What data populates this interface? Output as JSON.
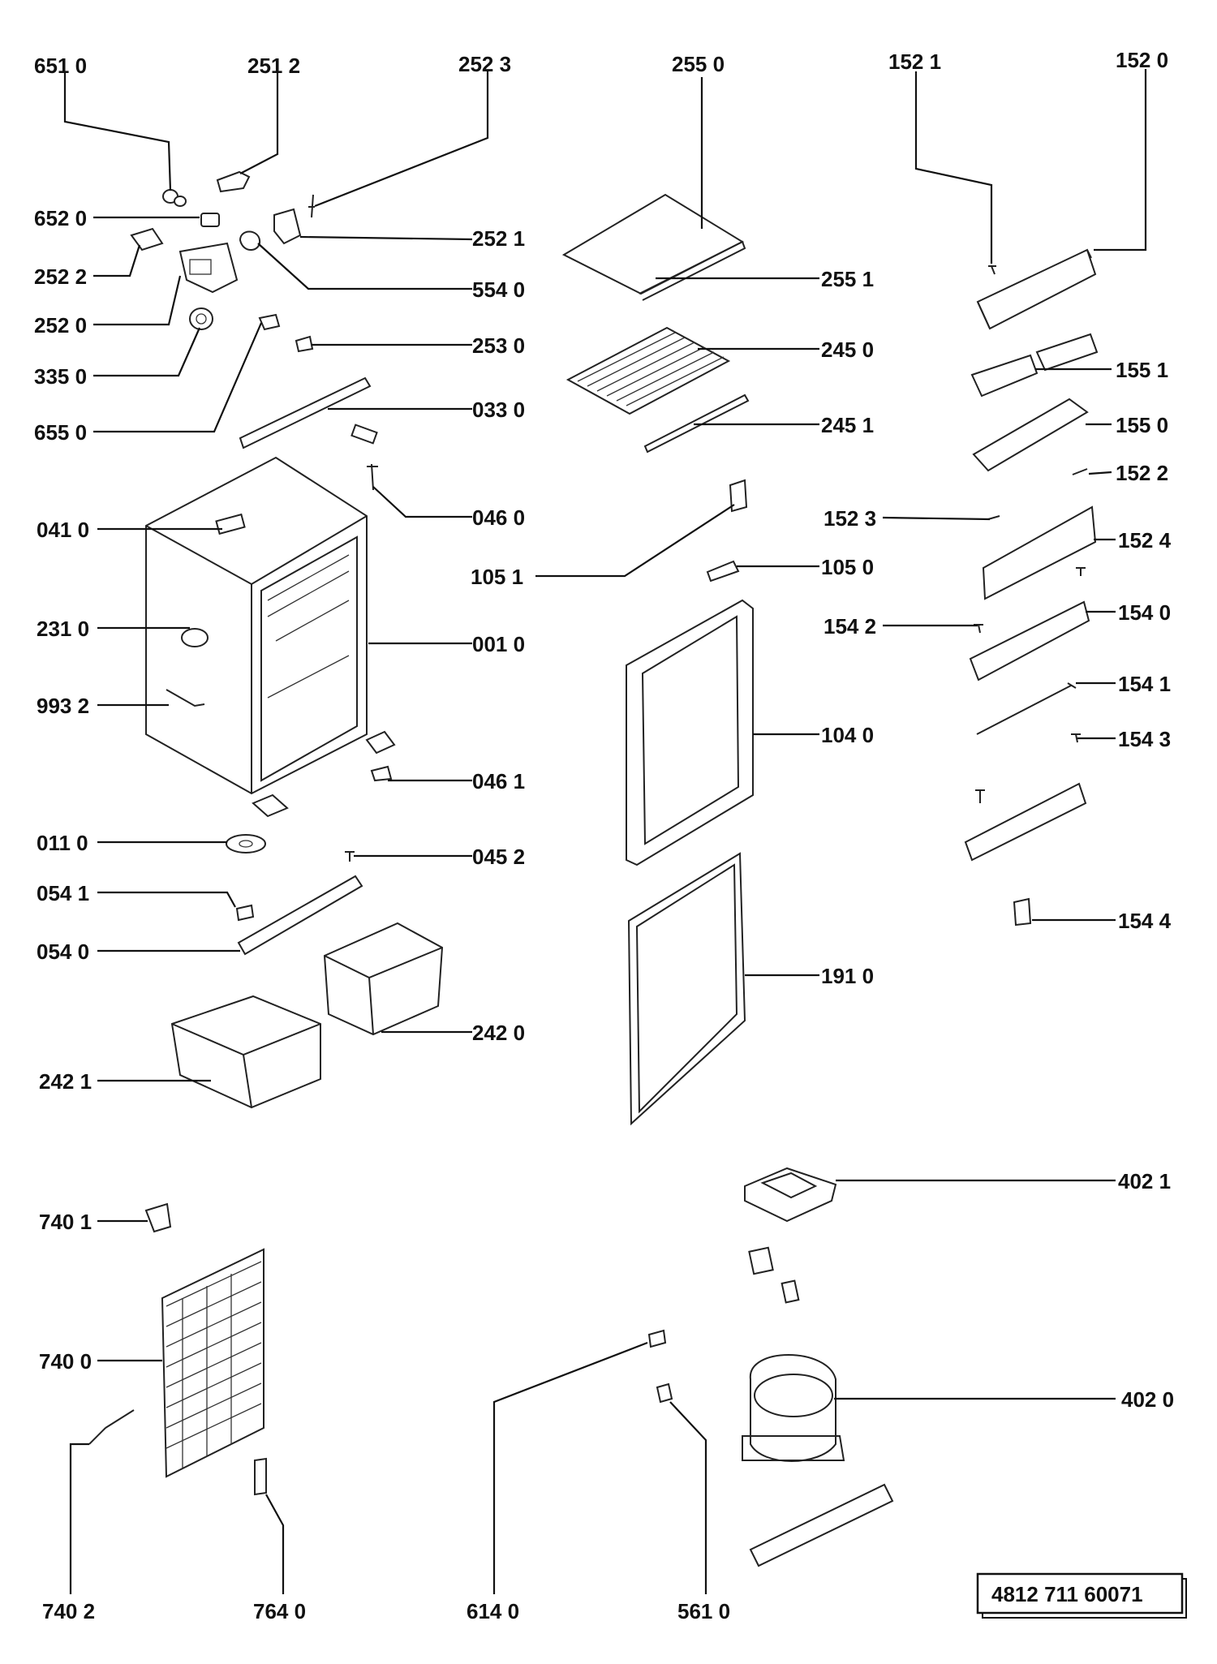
{
  "labels": {
    "l6510": "651 0",
    "l2512": "251 2",
    "l2523": "252 3",
    "l2550": "255 0",
    "l1521": "152 1",
    "l1520": "152 0",
    "l6520": "652 0",
    "l2521": "252 1",
    "l2522": "252 2",
    "l5540": "554 0",
    "l2520": "252 0",
    "l2551": "255 1",
    "l3350": "335 0",
    "l2530": "253 0",
    "l2450": "245 0",
    "l1551": "155 1",
    "l6550": "655 0",
    "l0330": "033 0",
    "l2451": "245 1",
    "l1550": "155 0",
    "l1522": "152 2",
    "l0460": "046 0",
    "l0410": "041 0",
    "l1523": "152 3",
    "l1524": "152 4",
    "l1051": "105 1",
    "l1050": "105 0",
    "l2310": "231 0",
    "l1542": "154 2",
    "l1540": "154 0",
    "l0010": "001 0",
    "l1541": "154 1",
    "l9932": "993 2",
    "l1040": "104 0",
    "l1543": "154 3",
    "l0461": "046 1",
    "l0110": "011 0",
    "l0452": "045 2",
    "l0541": "054 1",
    "l0540": "054 0",
    "l1544": "154 4",
    "l1910": "191 0",
    "l2420": "242 0",
    "l2421": "242 1",
    "l4021": "402 1",
    "l7401": "740 1",
    "l7400": "740 0",
    "l4020": "402 0",
    "l7402": "740 2",
    "l7640": "764 0",
    "l6140": "614 0",
    "l5610": "561 0"
  },
  "drawing_code": "4812 711 60071"
}
